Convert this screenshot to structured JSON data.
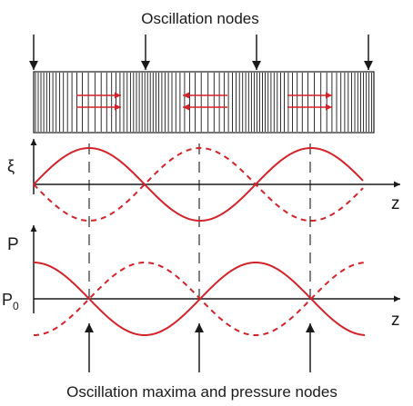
{
  "top_caption": "Oscillation nodes",
  "bottom_caption": "Oscillation maxima and pressure nodes",
  "displacement_axis": {
    "y_label": "ξ",
    "x_label": "z"
  },
  "pressure_axis": {
    "y_label": "P",
    "baseline_label": "P",
    "baseline_subscript": "0",
    "x_label": "z"
  },
  "colors": {
    "wave": "#d2232a",
    "ink": "#1a1a1a"
  }
}
